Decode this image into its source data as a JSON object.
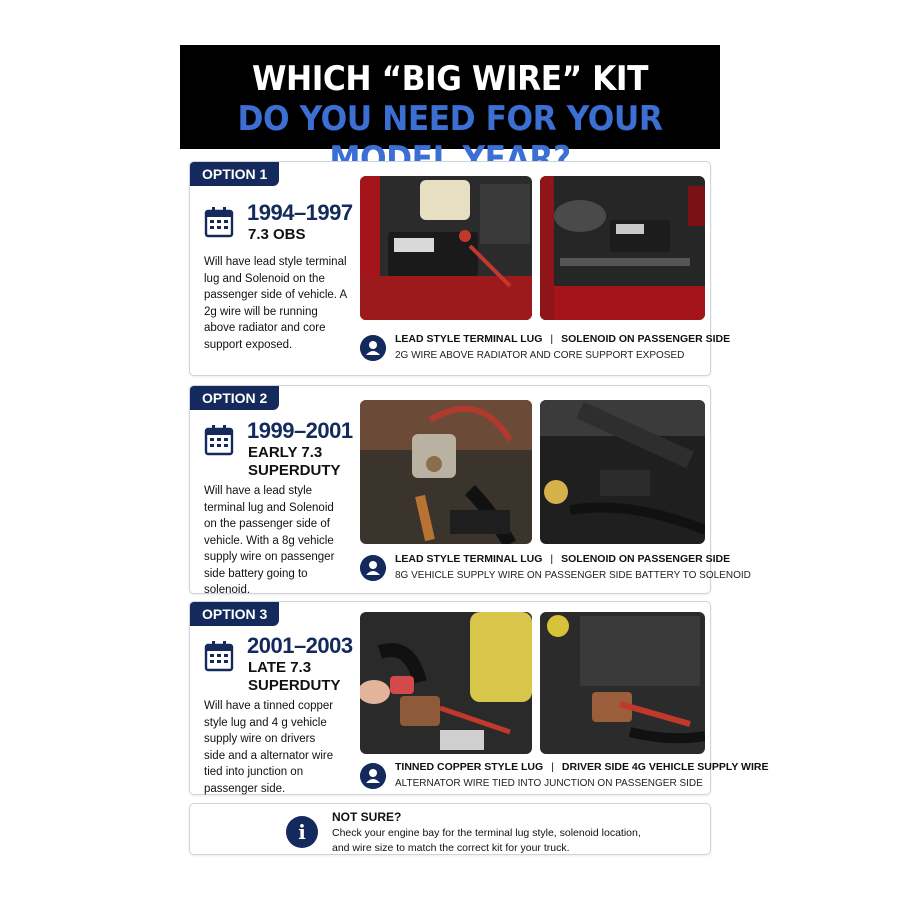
{
  "header": {
    "line1": "WHICH “BIG WIRE” KIT",
    "line2": "DO YOU NEED FOR YOUR MODEL YEAR?"
  },
  "options": [
    {
      "tag": "OPTION 1",
      "years": "1994–1997",
      "model_line1": "7.3 OBS",
      "model_line2": "",
      "description": "Will have lead style terminal lug and Solenoid on the passenger side of vehicle. A 2g wire will be running above radiator and core support exposed.",
      "caption_a": "LEAD STYLE TERMINAL LUG",
      "caption_b": "SOLENOID ON PASSENGER SIDE",
      "caption_sub": "2G WIRE ABOVE RADIATOR AND CORE SUPPORT EXPOSED"
    },
    {
      "tag": "OPTION 2",
      "years": "1999–2001",
      "model_line1": "EARLY 7.3",
      "model_line2": "SUPERDUTY",
      "description": "Will have a lead style terminal lug and Solenoid on the passenger side of vehicle. With a 8g vehicle supply wire on passenger side battery going to solenoid.",
      "caption_a": "LEAD STYLE TERMINAL LUG",
      "caption_b": "SOLENOID ON PASSENGER SIDE",
      "caption_sub": "8G VEHICLE SUPPLY WIRE ON PASSENGER SIDE BATTERY TO SOLENOID"
    },
    {
      "tag": "OPTION 3",
      "years": "2001–2003",
      "model_line1": "LATE 7.3",
      "model_line2": "SUPERDUTY",
      "description": "Will have a tinned copper style lug and 4 g vehicle supply wire on drivers side and a alternator wire tied into junction on passenger side.",
      "caption_a": "TINNED COPPER STYLE LUG",
      "caption_b": "DRIVER SIDE 4G VEHICLE SUPPLY WIRE",
      "caption_sub": "ALTERNATOR WIRE TIED INTO JUNCTION ON PASSENGER SIDE"
    }
  ],
  "not_sure": {
    "title": "NOT SURE?",
    "text": "Check your engine bay for the terminal lug style, solenoid location, and wire size to match the correct kit for your truck."
  },
  "colors": {
    "navy": "#142a5c",
    "accent_blue": "#3b6fd3",
    "header_bg": "#000000"
  },
  "icons": [
    "calendar-icon",
    "person-pin-icon",
    "info-icon"
  ]
}
